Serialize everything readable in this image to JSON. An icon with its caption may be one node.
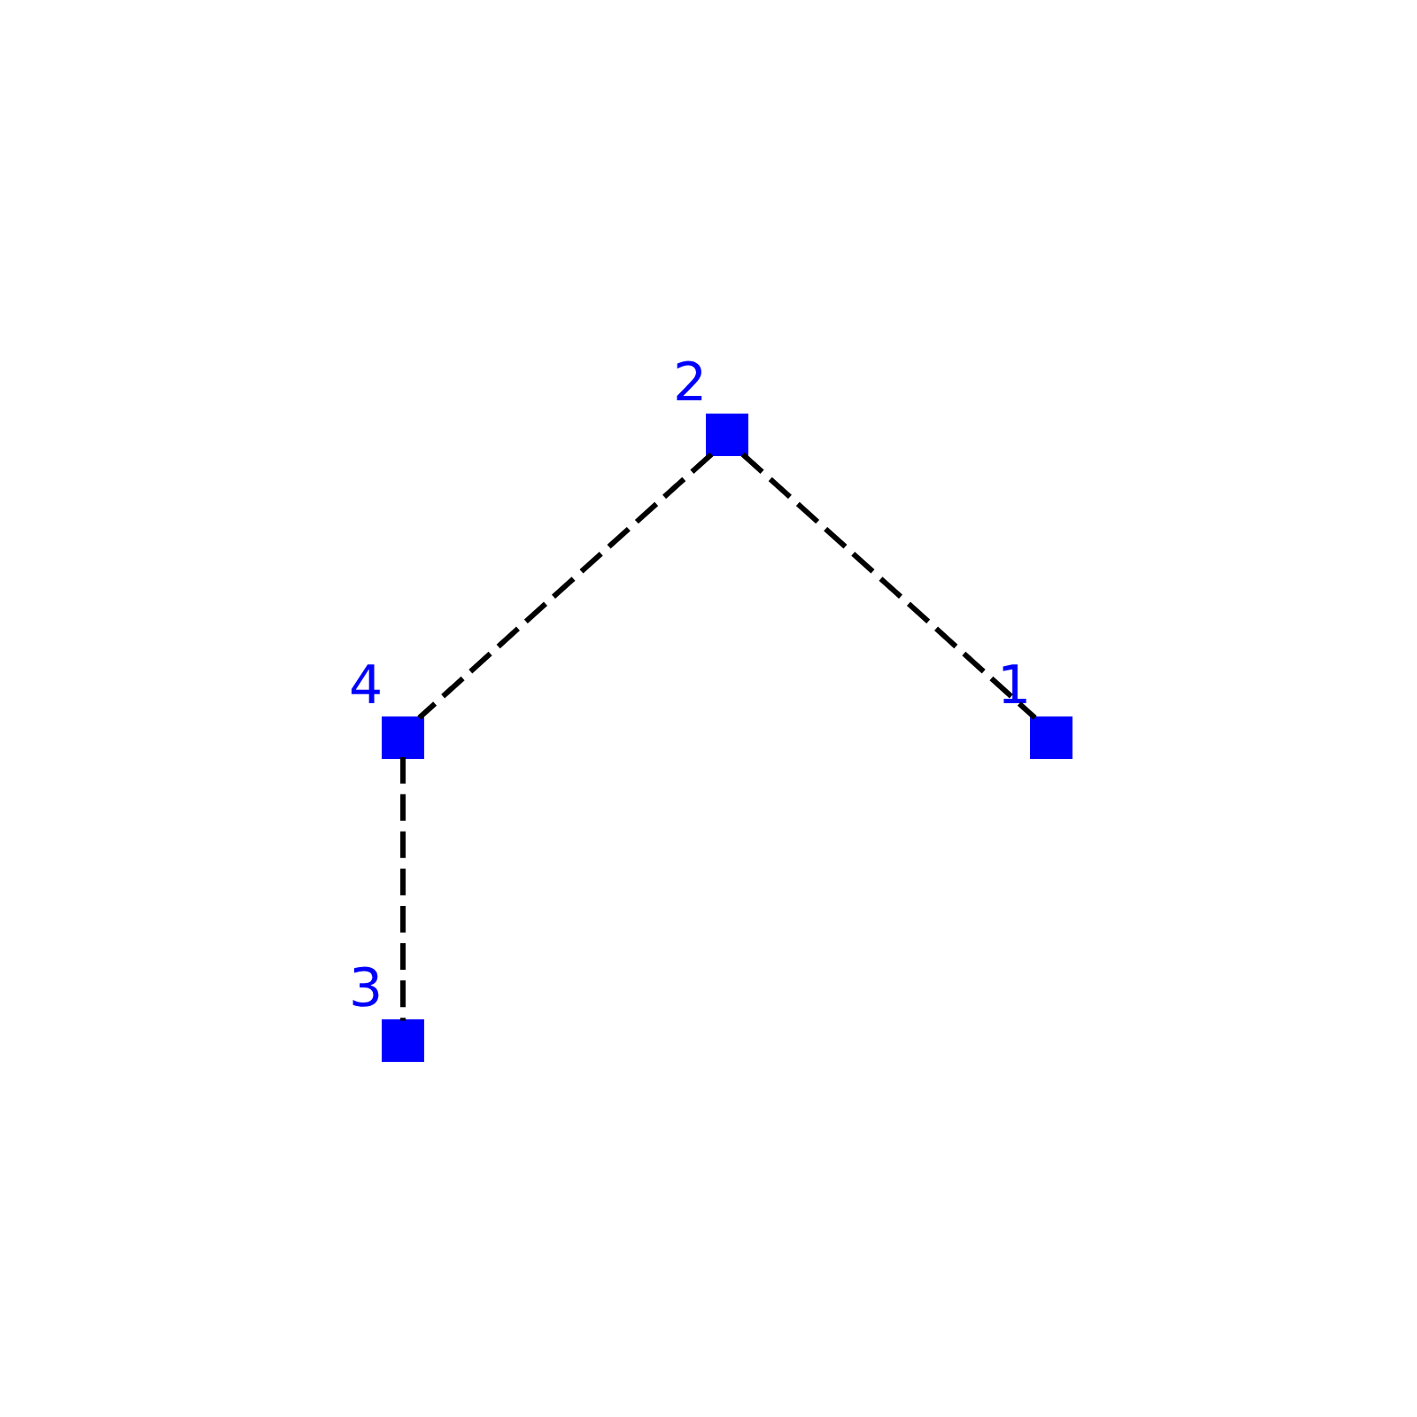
{
  "diagram": {
    "nodes": [
      {
        "text": [],
        "shape": "box",
        "beside": [
          "3"
        ]
      },
      {
        "text": [],
        "shape": "box",
        "beside": [
          "4"
        ]
      },
      {
        "text": [],
        "shape": "box",
        "beside": [
          "2"
        ]
      },
      {
        "text": [],
        "shape": "box",
        "beside": [
          "1"
        ]
      }
    ],
    "edges": [
      {
        "from": 2,
        "to": 1,
        "arrow": "none",
        "style": "dashed"
      },
      {
        "from": 1,
        "to": 0,
        "arrow": "none",
        "style": "dashed"
      },
      {
        "from": 2,
        "to": 3,
        "arrow": "none",
        "style": "dashed"
      }
    ]
  }
}
